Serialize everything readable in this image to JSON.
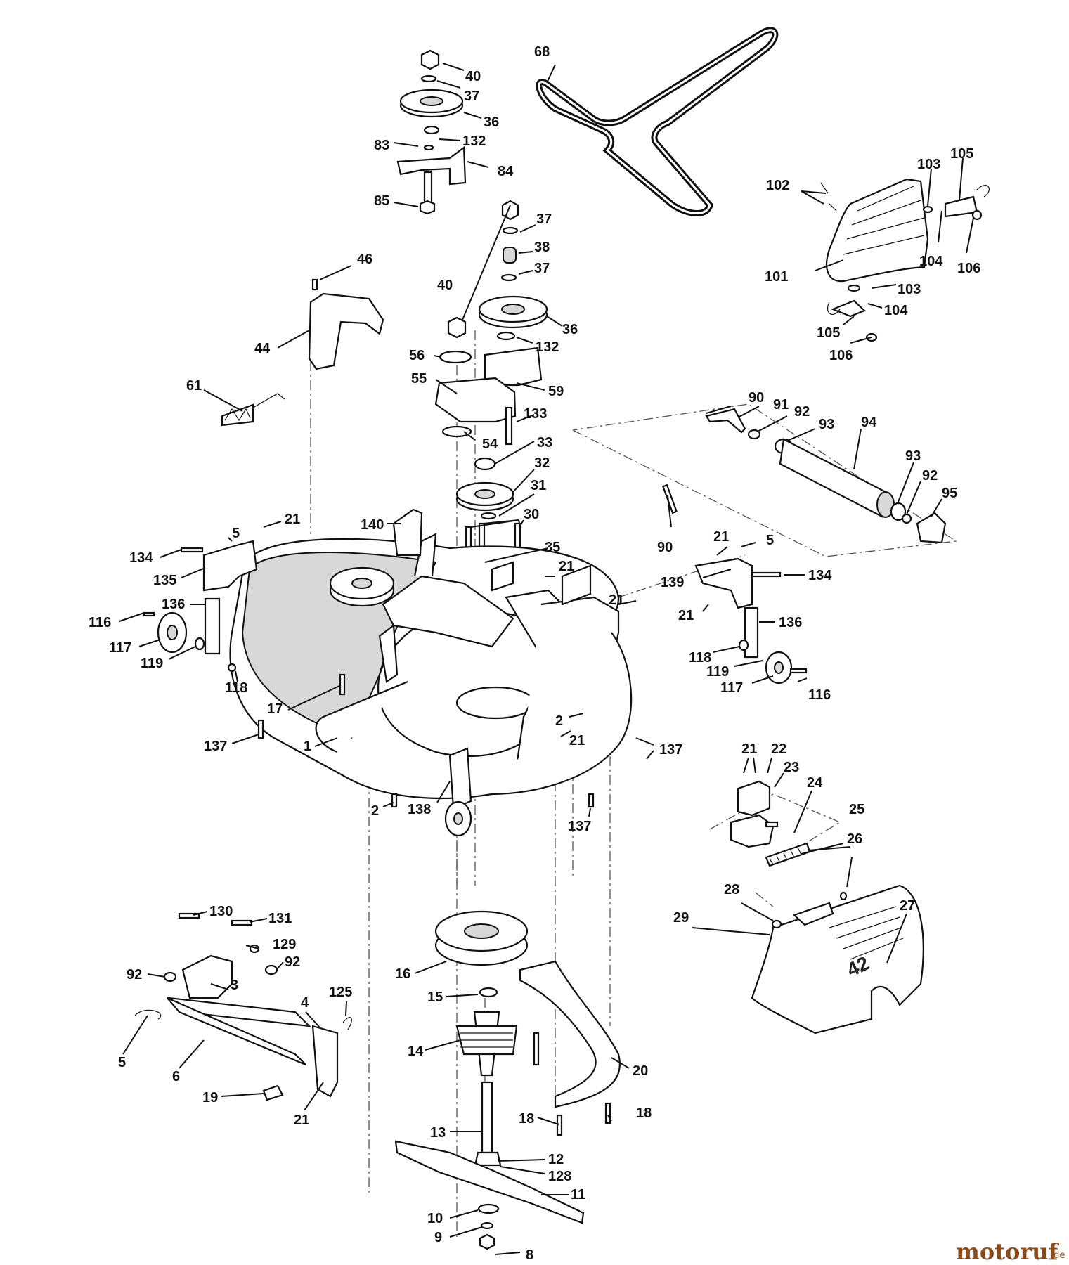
{
  "watermark": {
    "brand": "motoruf",
    "suffix": ".de"
  },
  "decal_text": "42",
  "callouts": [
    {
      "id": "c68",
      "text": "68"
    },
    {
      "id": "c40a",
      "text": "40"
    },
    {
      "id": "c37a",
      "text": "37"
    },
    {
      "id": "c36a",
      "text": "36"
    },
    {
      "id": "c83",
      "text": "83"
    },
    {
      "id": "c132a",
      "text": "132"
    },
    {
      "id": "c84",
      "text": "84"
    },
    {
      "id": "c85",
      "text": "85"
    },
    {
      "id": "c37b",
      "text": "37"
    },
    {
      "id": "c38",
      "text": "38"
    },
    {
      "id": "c37c",
      "text": "37"
    },
    {
      "id": "c40b",
      "text": "40"
    },
    {
      "id": "c36b",
      "text": "36"
    },
    {
      "id": "c132b",
      "text": "132"
    },
    {
      "id": "c56",
      "text": "56"
    },
    {
      "id": "c55",
      "text": "55"
    },
    {
      "id": "c59",
      "text": "59"
    },
    {
      "id": "c133",
      "text": "133"
    },
    {
      "id": "c54",
      "text": "54"
    },
    {
      "id": "c33",
      "text": "33"
    },
    {
      "id": "c32",
      "text": "32"
    },
    {
      "id": "c31",
      "text": "31"
    },
    {
      "id": "c30",
      "text": "30"
    },
    {
      "id": "c35",
      "text": "35"
    },
    {
      "id": "c46",
      "text": "46"
    },
    {
      "id": "c44",
      "text": "44"
    },
    {
      "id": "c61",
      "text": "61"
    },
    {
      "id": "c140",
      "text": "140"
    },
    {
      "id": "c21a",
      "text": "21"
    },
    {
      "id": "c5a",
      "text": "5"
    },
    {
      "id": "c134a",
      "text": "134"
    },
    {
      "id": "c135",
      "text": "135"
    },
    {
      "id": "c136a",
      "text": "136"
    },
    {
      "id": "c116a",
      "text": "116"
    },
    {
      "id": "c117a",
      "text": "117"
    },
    {
      "id": "c119a",
      "text": "119"
    },
    {
      "id": "c118a",
      "text": "118"
    },
    {
      "id": "c17",
      "text": "17"
    },
    {
      "id": "c137a",
      "text": "137"
    },
    {
      "id": "c1",
      "text": "1"
    },
    {
      "id": "c2a",
      "text": "2"
    },
    {
      "id": "c138",
      "text": "138"
    },
    {
      "id": "c137b",
      "text": "137"
    },
    {
      "id": "c21b",
      "text": "21"
    },
    {
      "id": "c2b",
      "text": "2"
    },
    {
      "id": "c21c",
      "text": "21"
    },
    {
      "id": "c137c",
      "text": "137"
    },
    {
      "id": "c21d",
      "text": "21"
    },
    {
      "id": "c102",
      "text": "102"
    },
    {
      "id": "c103a",
      "text": "103"
    },
    {
      "id": "c105a",
      "text": "105"
    },
    {
      "id": "c101",
      "text": "101"
    },
    {
      "id": "c104a",
      "text": "104"
    },
    {
      "id": "c106a",
      "text": "106"
    },
    {
      "id": "c103b",
      "text": "103"
    },
    {
      "id": "c104b",
      "text": "104"
    },
    {
      "id": "c105b",
      "text": "105"
    },
    {
      "id": "c106b",
      "text": "106"
    },
    {
      "id": "c90a",
      "text": "90"
    },
    {
      "id": "c91",
      "text": "91"
    },
    {
      "id": "c92a",
      "text": "92"
    },
    {
      "id": "c93a",
      "text": "93"
    },
    {
      "id": "c94",
      "text": "94"
    },
    {
      "id": "c93b",
      "text": "93"
    },
    {
      "id": "c92b",
      "text": "92"
    },
    {
      "id": "c95",
      "text": "95"
    },
    {
      "id": "c90b",
      "text": "90"
    },
    {
      "id": "c21e",
      "text": "21"
    },
    {
      "id": "c5b",
      "text": "5"
    },
    {
      "id": "c139",
      "text": "139"
    },
    {
      "id": "c134b",
      "text": "134"
    },
    {
      "id": "c21f",
      "text": "21"
    },
    {
      "id": "c136b",
      "text": "136"
    },
    {
      "id": "c118b",
      "text": "118"
    },
    {
      "id": "c119b",
      "text": "119"
    },
    {
      "id": "c117b",
      "text": "117"
    },
    {
      "id": "c116b",
      "text": "116"
    },
    {
      "id": "c21g",
      "text": "21"
    },
    {
      "id": "c22",
      "text": "22"
    },
    {
      "id": "c23",
      "text": "23"
    },
    {
      "id": "c24",
      "text": "24"
    },
    {
      "id": "c25",
      "text": "25"
    },
    {
      "id": "c26",
      "text": "26"
    },
    {
      "id": "c28",
      "text": "28"
    },
    {
      "id": "c27",
      "text": "27"
    },
    {
      "id": "c29",
      "text": "29"
    },
    {
      "id": "c130",
      "text": "130"
    },
    {
      "id": "c131",
      "text": "131"
    },
    {
      "id": "c129",
      "text": "129"
    },
    {
      "id": "c92c",
      "text": "92"
    },
    {
      "id": "c92d",
      "text": "92"
    },
    {
      "id": "c3",
      "text": "3"
    },
    {
      "id": "c5c",
      "text": "5"
    },
    {
      "id": "c6",
      "text": "6"
    },
    {
      "id": "c4",
      "text": "4"
    },
    {
      "id": "c125",
      "text": "125"
    },
    {
      "id": "c19",
      "text": "19"
    },
    {
      "id": "c21h",
      "text": "21"
    },
    {
      "id": "c16",
      "text": "16"
    },
    {
      "id": "c15",
      "text": "15"
    },
    {
      "id": "c14",
      "text": "14"
    },
    {
      "id": "c20",
      "text": "20"
    },
    {
      "id": "c18a",
      "text": "18"
    },
    {
      "id": "c18b",
      "text": "18"
    },
    {
      "id": "c13",
      "text": "13"
    },
    {
      "id": "c12",
      "text": "12"
    },
    {
      "id": "c128",
      "text": "128"
    },
    {
      "id": "c11",
      "text": "11"
    },
    {
      "id": "c10",
      "text": "10"
    },
    {
      "id": "c9",
      "text": "9"
    },
    {
      "id": "c8",
      "text": "8"
    }
  ]
}
